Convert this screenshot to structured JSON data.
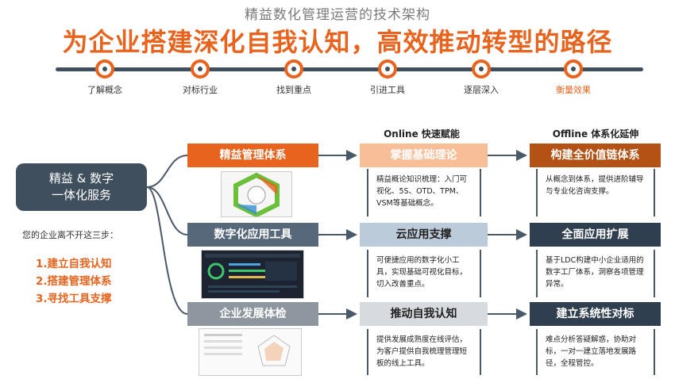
{
  "header": {
    "subtitle": "精益数化管理运营的技术架构",
    "title": "为企业搭建深化自我认知，高效推动转型的路径"
  },
  "timeline": {
    "steps": [
      {
        "label": "了解概念"
      },
      {
        "label": "对标行业"
      },
      {
        "label": "找到重点"
      },
      {
        "label": "引进工具"
      },
      {
        "label": "逐层深入"
      },
      {
        "label": "衡量效果"
      }
    ],
    "active_color": "#e8641e"
  },
  "columns": {
    "online_header": "Online 快速赋能",
    "offline_header": "Offline 体系化延伸"
  },
  "core": {
    "line1": "精益 & 数字",
    "line2": "一体化服务"
  },
  "intro_text": "您的企业离不开这三步：",
  "three_steps": [
    "1.建立自我认知",
    "2.搭建管理体系",
    "3.寻找工具支撑"
  ],
  "rows": [
    {
      "left": "精益管理体系",
      "mid": "掌握基础理论",
      "mid_desc": "精益概论知识梳理：入门可视化、5S、OTD、TPM、VSM等基础概念。",
      "right": "构建全价值链体系",
      "right_desc": "从概念到体系，提供进阶辅导与专业化咨询支撑。"
    },
    {
      "left": "数字化应用工具",
      "mid": "云应用支撑",
      "mid_desc": "可便捷应用的数字化小工具，实现基础可视化目标，切入改善重点。",
      "right": "全面应用扩展",
      "right_desc": "基于LDC构建中小企业适用的数字工厂体系，洞察各项管理异常。"
    },
    {
      "left": "企业发展体检",
      "mid": "推动自我认知",
      "mid_desc": "提供发展成熟度在线评估，为客户提供自我梳理管理短板的线上工具。",
      "right": "建立系统性对标",
      "right_desc": "难点分析答疑解惑，协助对标，一对一建立落地发展路径，全程管控。"
    }
  ],
  "colors": {
    "accent": "#e8641e",
    "dark": "#3f4f5e"
  }
}
